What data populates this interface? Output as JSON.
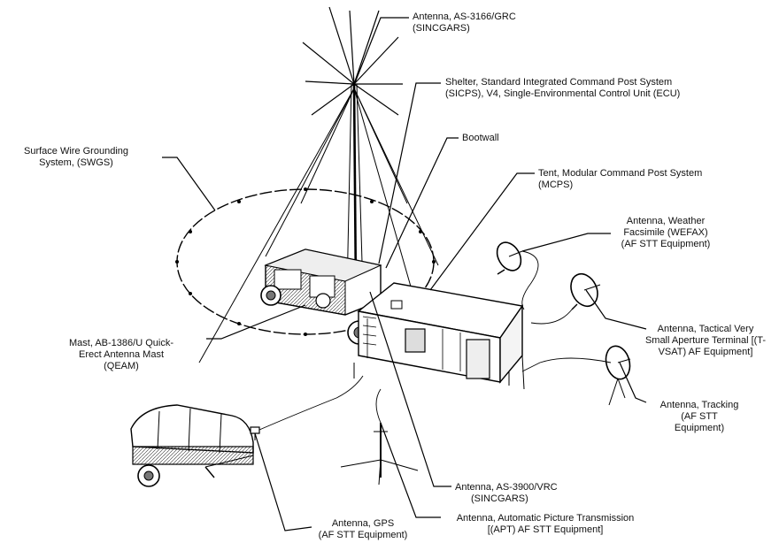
{
  "labels": {
    "antenna_as3166": [
      "Antenna, AS-3166/GRC",
      "(SINCGARS)"
    ],
    "shelter": [
      "Shelter, Standard Integrated Command Post System",
      "(SICPS), V4, Single-Environmental Control Unit (ECU)"
    ],
    "bootwall": [
      "Bootwall"
    ],
    "tent": [
      "Tent, Modular Command Post System",
      "(MCPS)"
    ],
    "wefax": [
      "Antenna, Weather",
      "Facsimile (WEFAX)",
      "(AF STT Equipment)"
    ],
    "tvsat": [
      "Antenna, Tactical Very",
      "Small Aperture Terminal [(T-",
      "VSAT) AF Equipment]"
    ],
    "tracking": [
      "Antenna, Tracking",
      "(AF STT",
      "Equipment)"
    ],
    "swgs": [
      "Surface Wire Grounding",
      "System, (SWGS)"
    ],
    "mast": [
      "Mast, AB-1386/U Quick-",
      "Erect Antenna Mast",
      "(QEAM)"
    ],
    "antenna_as3900": [
      "Antenna, AS-3900/VRC",
      "(SINCGARS)"
    ],
    "apt": [
      "Antenna, Automatic Picture Transmission",
      "[(APT) AF STT Equipment]"
    ],
    "gps": [
      "Antenna, GPS",
      "(AF STT Equipment)"
    ]
  }
}
